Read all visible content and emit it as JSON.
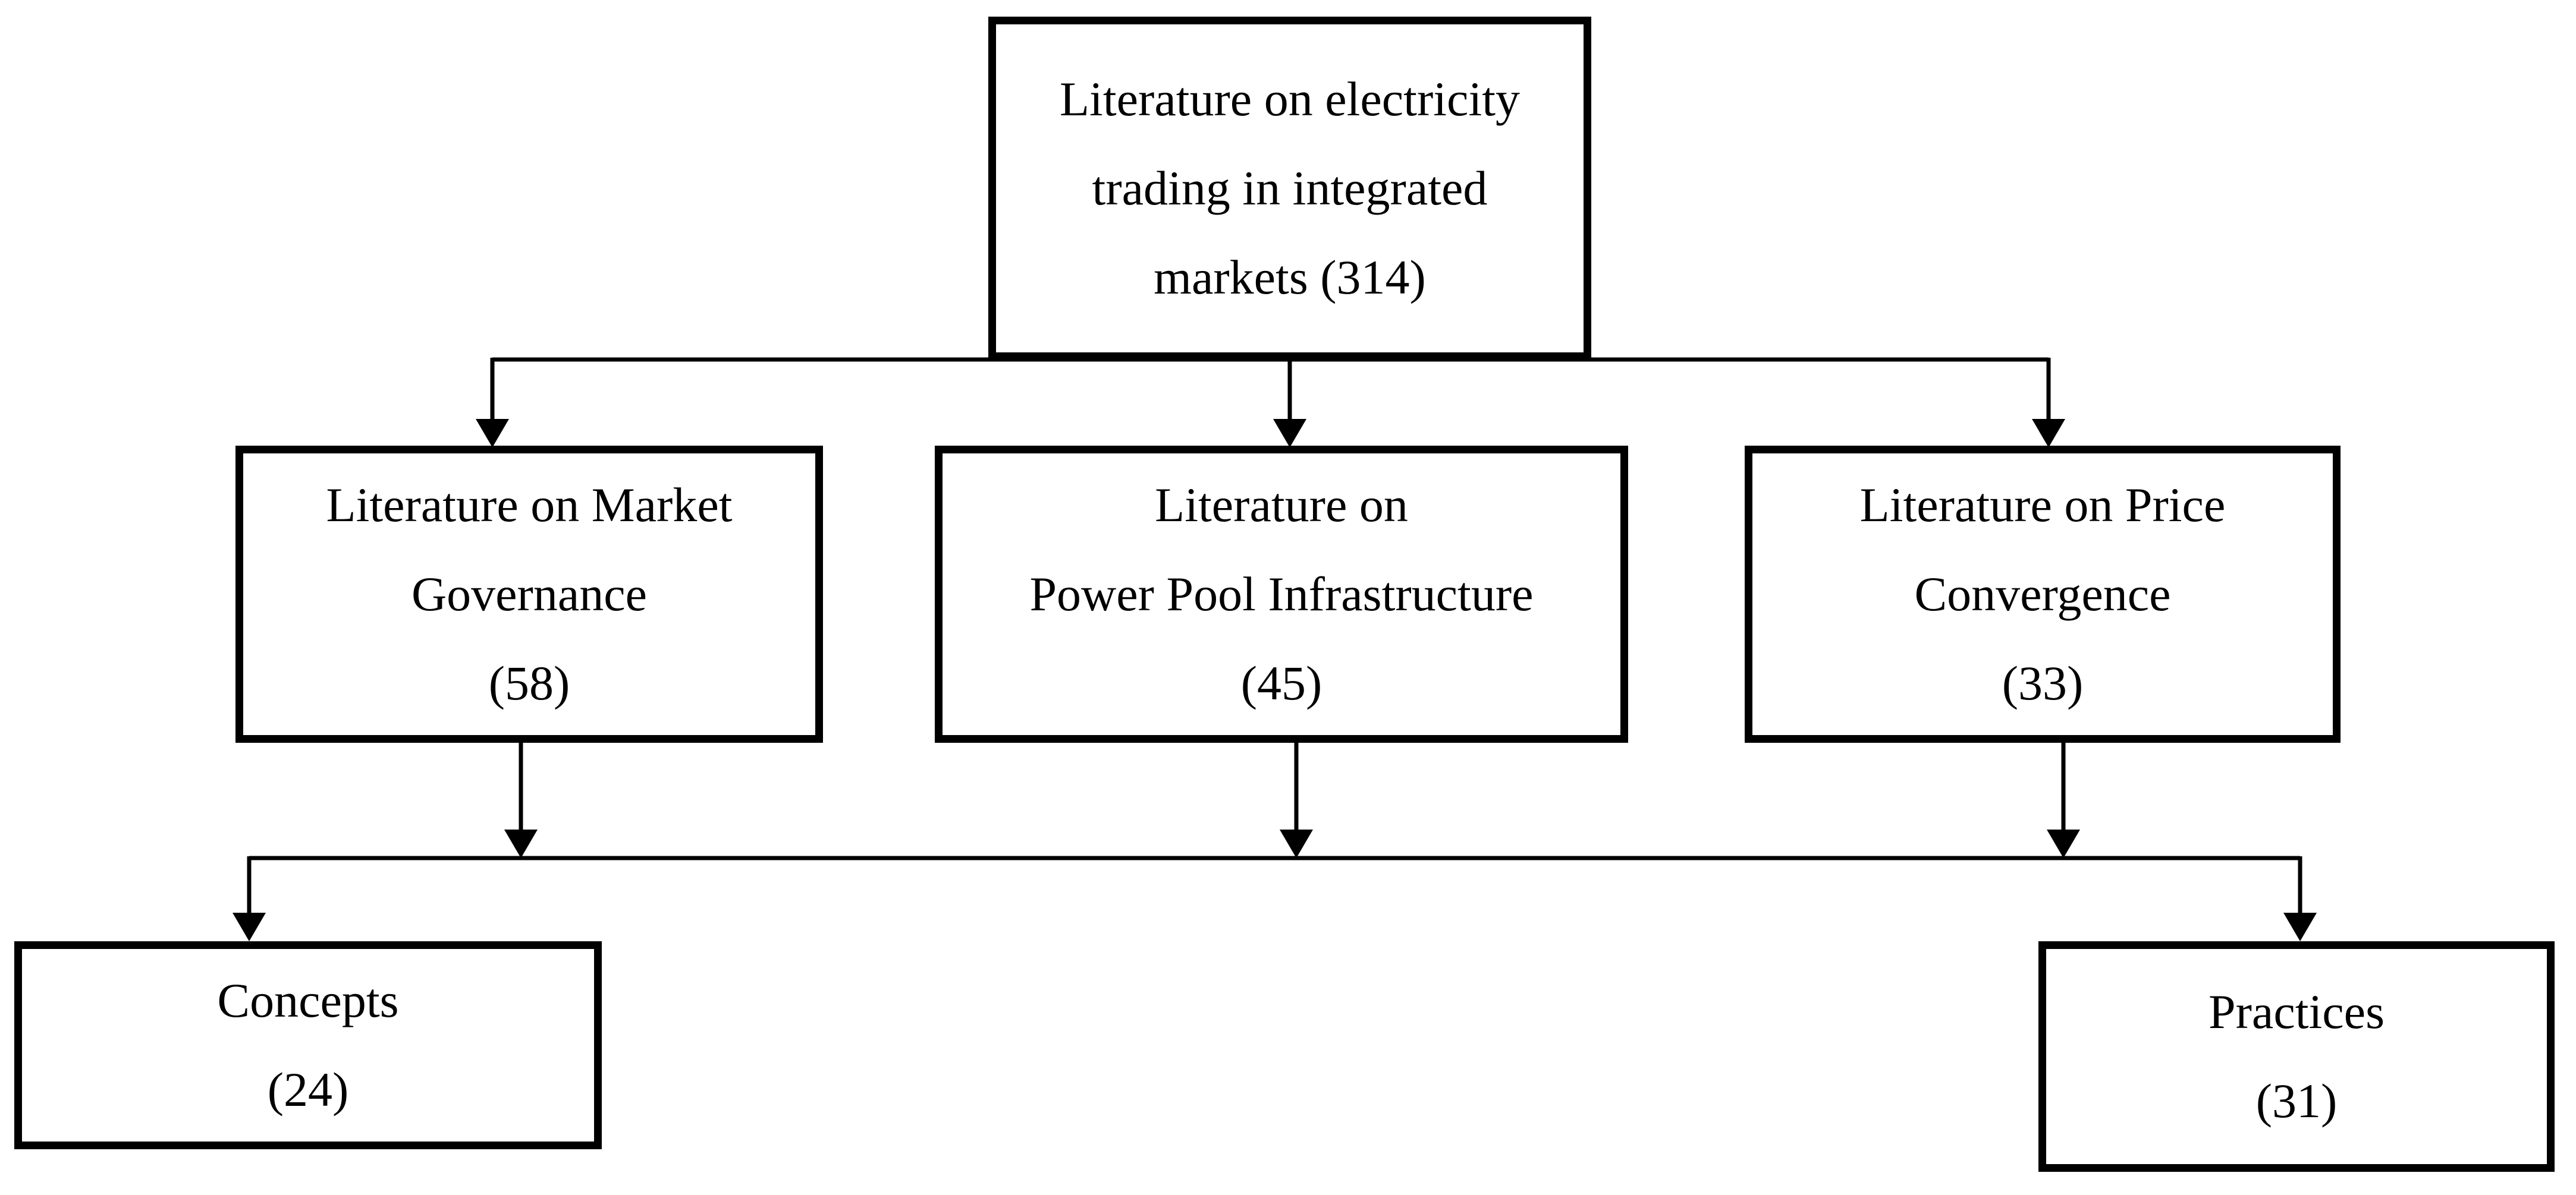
{
  "diagram": {
    "type": "flowchart",
    "description": "Classification tree of literature on electricity trading in integrated markets",
    "background_color": "#ffffff",
    "ink_color": "#000000",
    "nodes": {
      "root": {
        "label": "Literature on electricity trading in integrated markets",
        "count": 314,
        "lines": [
          "Literature on electricity",
          "trading in integrated",
          "markets (314)"
        ]
      },
      "governance": {
        "label": "Literature on Market Governance",
        "count": 58,
        "lines": [
          "Literature on Market",
          "Governance",
          "(58)"
        ]
      },
      "powerpool": {
        "label": "Literature on Power Pool Infrastructure",
        "count": 45,
        "lines": [
          "Literature on",
          "Power Pool Infrastructure",
          "(45)"
        ]
      },
      "convergence": {
        "label": "Literature on Price Convergence",
        "count": 33,
        "lines": [
          "Literature on Price",
          "Convergence",
          "(33)"
        ]
      },
      "concepts": {
        "label": "Concepts",
        "count": 24,
        "lines": [
          "Concepts",
          "(24)"
        ]
      },
      "practices": {
        "label": "Practices",
        "count": 31,
        "lines": [
          "Practices",
          "(31)"
        ]
      }
    },
    "edges": [
      {
        "from": "root",
        "to": "governance"
      },
      {
        "from": "root",
        "to": "powerpool"
      },
      {
        "from": "root",
        "to": "convergence"
      },
      {
        "from": "governance",
        "to": "concepts, practices"
      },
      {
        "from": "powerpool",
        "to": "concepts, practices"
      },
      {
        "from": "convergence",
        "to": "concepts, practices"
      }
    ]
  }
}
